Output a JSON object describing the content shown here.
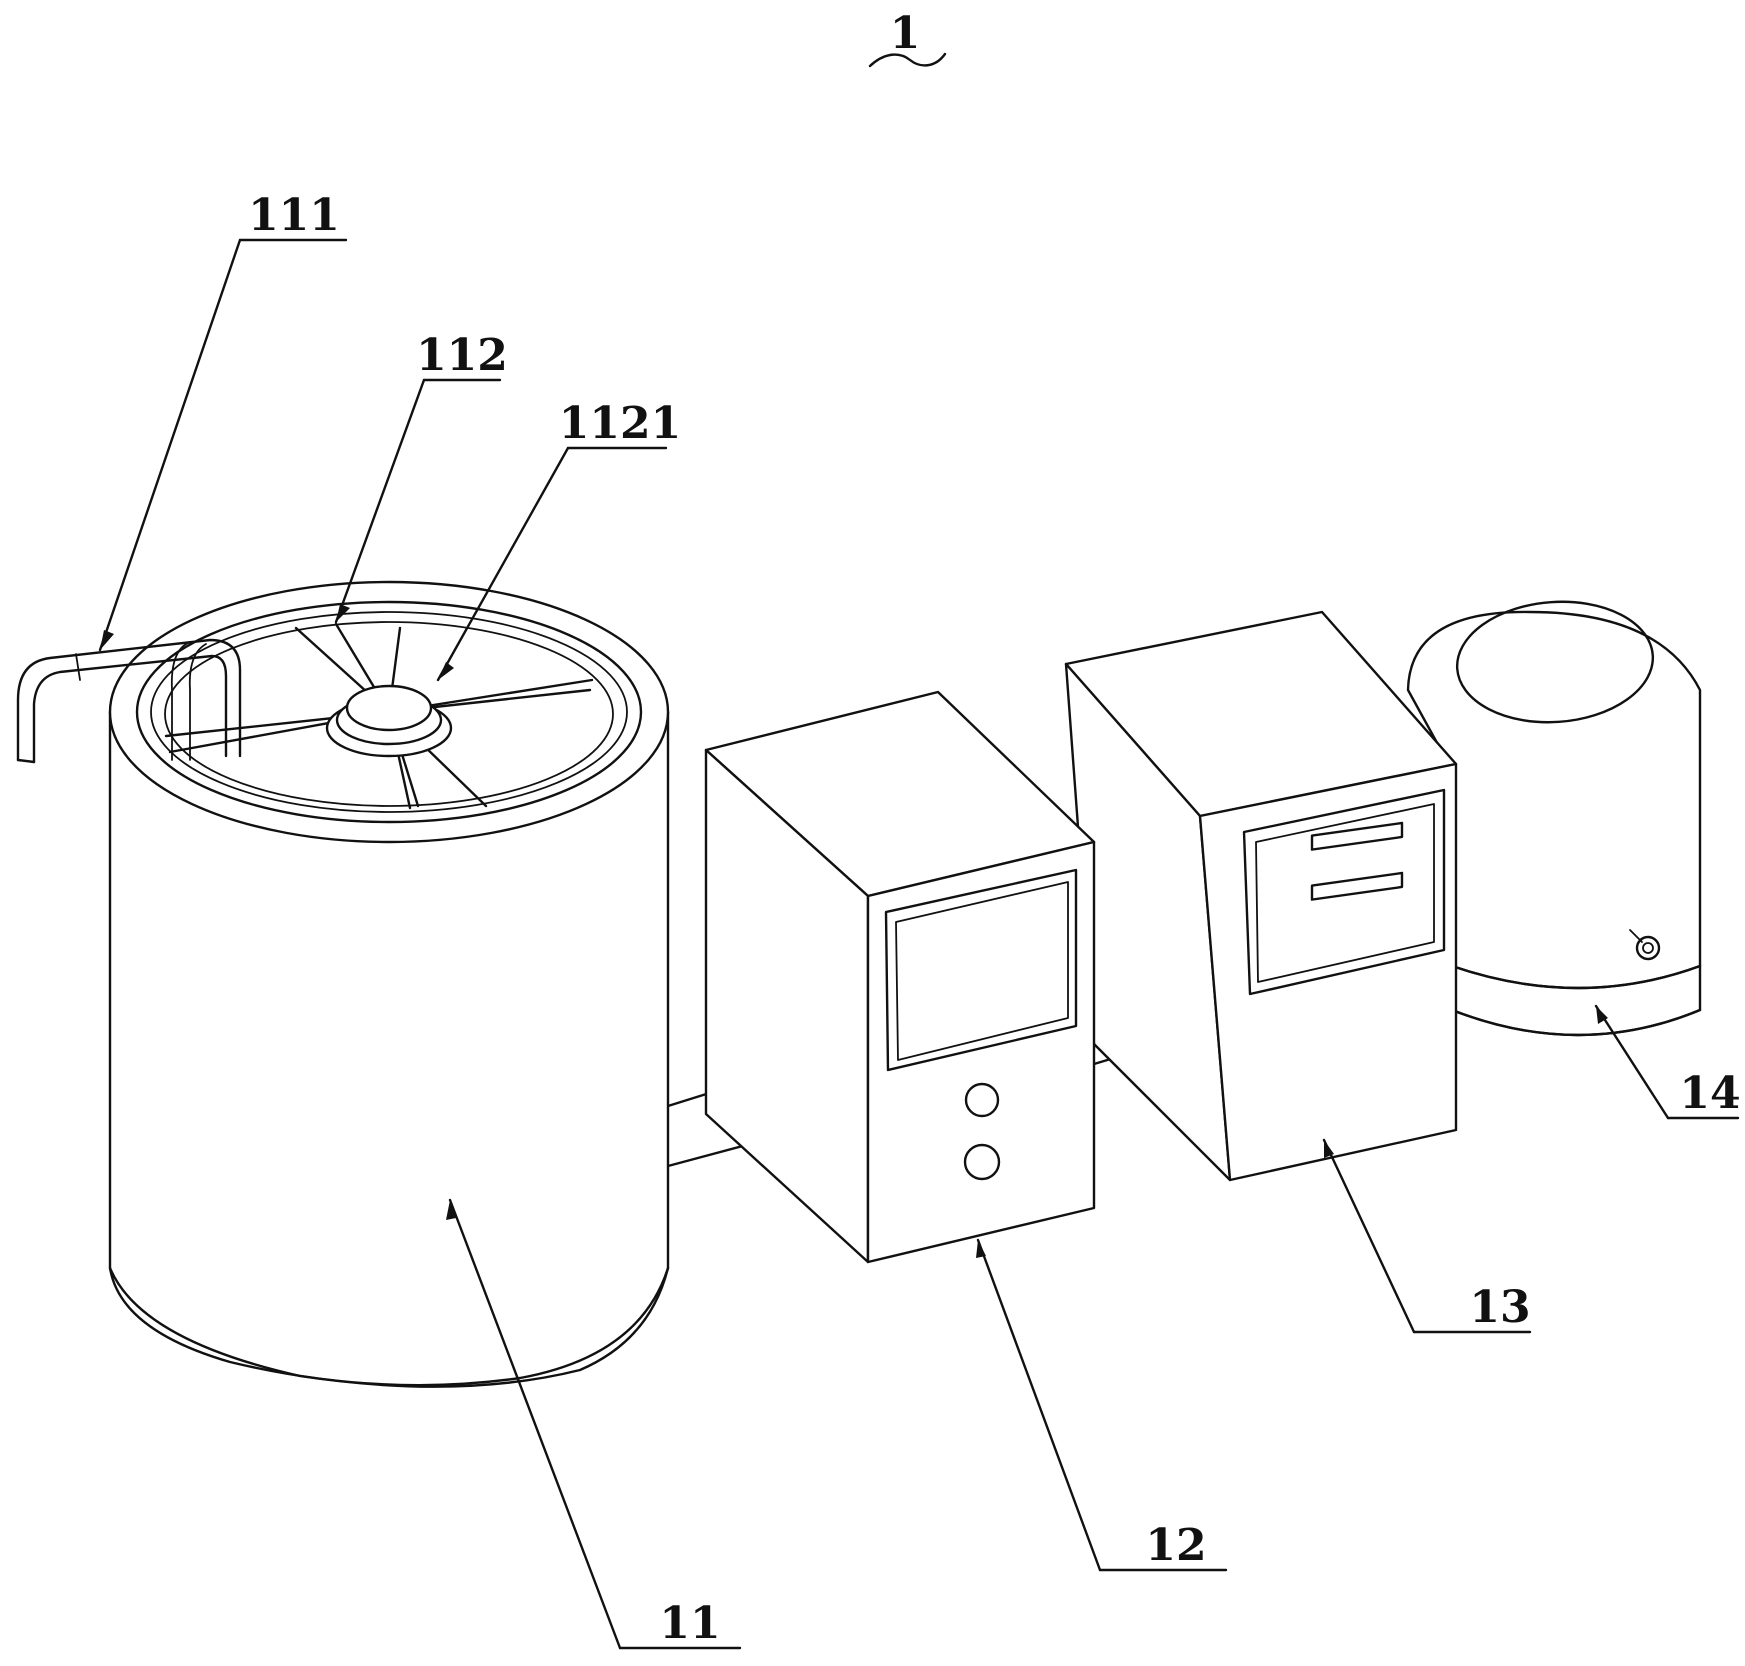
{
  "labels": {
    "assembly": "1",
    "pipe": "111",
    "lid": "112",
    "hub": "1121",
    "tank": "11",
    "unit_a": "12",
    "unit_b": "13",
    "drum": "14"
  },
  "colors": {
    "line": "#111111",
    "background": "#ffffff"
  }
}
